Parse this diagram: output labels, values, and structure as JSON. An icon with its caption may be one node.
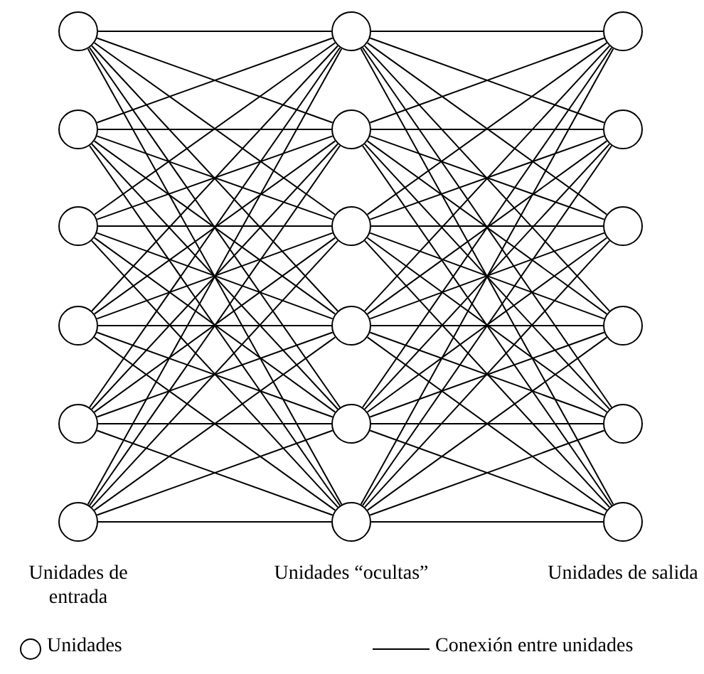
{
  "diagram": {
    "nodes": [
      {
        "text": [],
        "shape": "circle"
      },
      {
        "text": [],
        "shape": "circle"
      },
      {
        "text": [],
        "shape": "circle"
      },
      {
        "text": [],
        "shape": "circle"
      },
      {
        "text": [],
        "shape": "circle"
      },
      {
        "text": [],
        "shape": "circle"
      },
      {
        "text": [],
        "shape": "circle"
      },
      {
        "text": [],
        "shape": "circle"
      },
      {
        "text": [],
        "shape": "circle"
      },
      {
        "text": [],
        "shape": "circle"
      },
      {
        "text": [],
        "shape": "circle"
      },
      {
        "text": [],
        "shape": "circle"
      },
      {
        "text": [],
        "shape": "circle"
      },
      {
        "text": [],
        "shape": "circle"
      },
      {
        "text": [],
        "shape": "circle"
      },
      {
        "text": [],
        "shape": "circle"
      },
      {
        "text": [],
        "shape": "circle"
      },
      {
        "text": [],
        "shape": "circle"
      }
    ],
    "edges": [
      {
        "from": 0,
        "to": 6,
        "arrow": "none"
      },
      {
        "from": 0,
        "to": 7,
        "arrow": "none"
      },
      {
        "from": 0,
        "to": 8,
        "arrow": "none"
      },
      {
        "from": 0,
        "to": 9,
        "arrow": "none"
      },
      {
        "from": 0,
        "to": 10,
        "arrow": "none"
      },
      {
        "from": 0,
        "to": 11,
        "arrow": "none"
      },
      {
        "from": 1,
        "to": 6,
        "arrow": "none"
      },
      {
        "from": 1,
        "to": 7,
        "arrow": "none"
      },
      {
        "from": 1,
        "to": 8,
        "arrow": "none"
      },
      {
        "from": 1,
        "to": 9,
        "arrow": "none"
      },
      {
        "from": 1,
        "to": 10,
        "arrow": "none"
      },
      {
        "from": 1,
        "to": 11,
        "arrow": "none"
      },
      {
        "from": 2,
        "to": 6,
        "arrow": "none"
      },
      {
        "from": 2,
        "to": 7,
        "arrow": "none"
      },
      {
        "from": 2,
        "to": 8,
        "arrow": "none"
      },
      {
        "from": 2,
        "to": 9,
        "arrow": "none"
      },
      {
        "from": 2,
        "to": 10,
        "arrow": "none"
      },
      {
        "from": 2,
        "to": 11,
        "arrow": "none"
      },
      {
        "from": 3,
        "to": 6,
        "arrow": "none"
      },
      {
        "from": 3,
        "to": 7,
        "arrow": "none"
      },
      {
        "from": 3,
        "to": 8,
        "arrow": "none"
      },
      {
        "from": 3,
        "to": 9,
        "arrow": "none"
      },
      {
        "from": 3,
        "to": 10,
        "arrow": "none"
      },
      {
        "from": 3,
        "to": 11,
        "arrow": "none"
      },
      {
        "from": 4,
        "to": 6,
        "arrow": "none"
      },
      {
        "from": 4,
        "to": 7,
        "arrow": "none"
      },
      {
        "from": 4,
        "to": 8,
        "arrow": "none"
      },
      {
        "from": 4,
        "to": 9,
        "arrow": "none"
      },
      {
        "from": 4,
        "to": 10,
        "arrow": "none"
      },
      {
        "from": 4,
        "to": 11,
        "arrow": "none"
      },
      {
        "from": 5,
        "to": 6,
        "arrow": "none"
      },
      {
        "from": 5,
        "to": 7,
        "arrow": "none"
      },
      {
        "from": 5,
        "to": 8,
        "arrow": "none"
      },
      {
        "from": 5,
        "to": 9,
        "arrow": "none"
      },
      {
        "from": 5,
        "to": 10,
        "arrow": "none"
      },
      {
        "from": 5,
        "to": 11,
        "arrow": "none"
      },
      {
        "from": 6,
        "to": 12,
        "arrow": "none"
      },
      {
        "from": 6,
        "to": 13,
        "arrow": "none"
      },
      {
        "from": 6,
        "to": 14,
        "arrow": "none"
      },
      {
        "from": 6,
        "to": 15,
        "arrow": "none"
      },
      {
        "from": 6,
        "to": 16,
        "arrow": "none"
      },
      {
        "from": 6,
        "to": 17,
        "arrow": "none"
      },
      {
        "from": 7,
        "to": 12,
        "arrow": "none"
      },
      {
        "from": 7,
        "to": 13,
        "arrow": "none"
      },
      {
        "from": 7,
        "to": 14,
        "arrow": "none"
      },
      {
        "from": 7,
        "to": 15,
        "arrow": "none"
      },
      {
        "from": 7,
        "to": 16,
        "arrow": "none"
      },
      {
        "from": 7,
        "to": 17,
        "arrow": "none"
      },
      {
        "from": 8,
        "to": 12,
        "arrow": "none"
      },
      {
        "from": 8,
        "to": 13,
        "arrow": "none"
      },
      {
        "from": 8,
        "to": 14,
        "arrow": "none"
      },
      {
        "from": 8,
        "to": 15,
        "arrow": "none"
      },
      {
        "from": 8,
        "to": 16,
        "arrow": "none"
      },
      {
        "from": 8,
        "to": 17,
        "arrow": "none"
      },
      {
        "from": 9,
        "to": 12,
        "arrow": "none"
      },
      {
        "from": 9,
        "to": 13,
        "arrow": "none"
      },
      {
        "from": 9,
        "to": 14,
        "arrow": "none"
      },
      {
        "from": 9,
        "to": 15,
        "arrow": "none"
      },
      {
        "from": 9,
        "to": 16,
        "arrow": "none"
      },
      {
        "from": 9,
        "to": 17,
        "arrow": "none"
      },
      {
        "from": 10,
        "to": 12,
        "arrow": "none"
      },
      {
        "from": 10,
        "to": 13,
        "arrow": "none"
      },
      {
        "from": 10,
        "to": 14,
        "arrow": "none"
      },
      {
        "from": 10,
        "to": 15,
        "arrow": "none"
      },
      {
        "from": 10,
        "to": 16,
        "arrow": "none"
      },
      {
        "from": 10,
        "to": 17,
        "arrow": "none"
      },
      {
        "from": 11,
        "to": 12,
        "arrow": "none"
      },
      {
        "from": 11,
        "to": 13,
        "arrow": "none"
      },
      {
        "from": 11,
        "to": 14,
        "arrow": "none"
      },
      {
        "from": 11,
        "to": 15,
        "arrow": "none"
      },
      {
        "from": 11,
        "to": 16,
        "arrow": "none"
      },
      {
        "from": 11,
        "to": 17,
        "arrow": "none"
      }
    ],
    "labels": [
      "Unidades de entrada",
      "Unidades “ocultas”",
      "Unidades de salida"
    ],
    "legend": [
      {
        "text": "Unidades"
      },
      {
        "text": "Conexión entre unidades"
      }
    ]
  }
}
